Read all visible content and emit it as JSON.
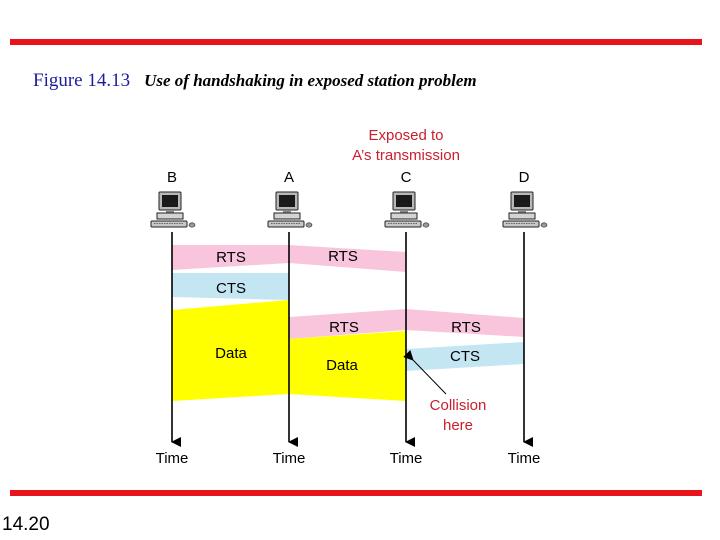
{
  "colors": {
    "accent_bar": "#e8141c",
    "title": "#1d1d9a",
    "annotation": "#c8202e",
    "rts": "#f9c5dc",
    "cts": "#c4e6f3",
    "data": "#ffff00"
  },
  "figure": {
    "number": "Figure 14.13",
    "caption": "Use of handshaking in exposed station problem"
  },
  "page_number": "14.20",
  "stations": [
    {
      "label": "B",
      "icon": "computer-icon"
    },
    {
      "label": "A",
      "icon": "computer-icon"
    },
    {
      "label": "C",
      "icon": "computer-icon"
    },
    {
      "label": "D",
      "icon": "computer-icon"
    }
  ],
  "time_label": "Time",
  "annotations": {
    "exposed_line1": "Exposed to",
    "exposed_line2": "A’s transmission",
    "collision_line1": "Collision",
    "collision_line2": "here"
  },
  "frames": {
    "rts_b_a": "RTS",
    "rts_a_c": "RTS",
    "cts_a_b": "CTS",
    "data_b_a": "Data",
    "rts_c_a": "RTS",
    "rts_c_d": "RTS",
    "data_a_c": "Data",
    "cts_d_c": "CTS"
  }
}
